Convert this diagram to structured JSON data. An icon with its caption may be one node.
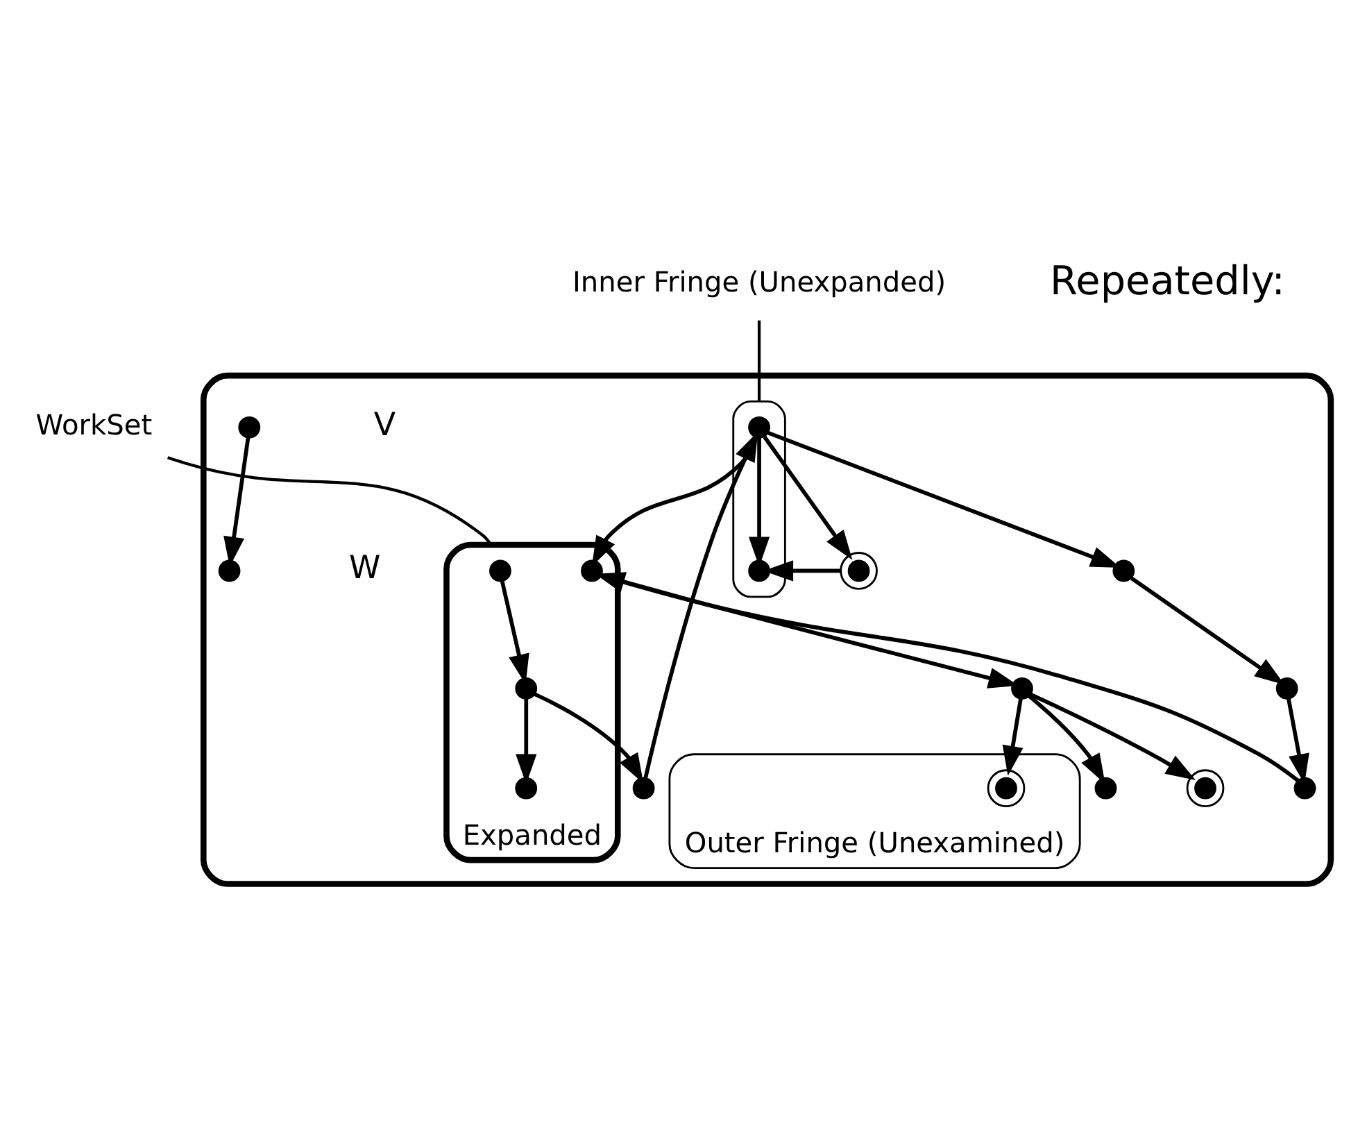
{
  "diagram": {
    "nodes": [
      {
        "text": [],
        "shape": "cloud"
      },
      {
        "text": [
          "WorkSet"
        ]
      },
      {
        "text": [],
        "shape": "circle",
        "beside": [
          "V"
        ],
        "in": 0
      },
      {
        "text": [],
        "shape": "circle",
        "beside": [
          "W"
        ],
        "in": 0
      },
      {
        "text": [
          "Expanded"
        ],
        "in": 0
      },
      {
        "text": [
          "Inner Fringe (Unexpanded)"
        ]
      },
      {
        "text": [],
        "shape": "cloud",
        "in": 0
      },
      {
        "text": [
          "Outer Fringe (Unexamined)"
        ],
        "in": 0
      },
      {
        "text": [],
        "shape": "circle",
        "in": 4
      },
      {
        "text": [],
        "shape": "circle",
        "in": 4
      },
      {
        "text": [],
        "shape": "circle",
        "in": 4
      },
      {
        "text": [],
        "shape": "circle",
        "in": 0
      },
      {
        "text": [],
        "shape": "circle",
        "in": 4
      },
      {
        "text": [],
        "shape": "circle",
        "in": 0
      },
      {
        "text": [],
        "shape": "circle",
        "in": 6
      },
      {
        "text": [],
        "shape": "circle",
        "in": 0
      },
      {
        "text": [],
        "shape": "circle",
        "in": 0
      },
      {
        "text": [],
        "shape": "circle",
        "in": 6
      },
      {
        "text": [],
        "shape": "circle",
        "in": 0
      },
      {
        "text": [],
        "shape": "circle",
        "in": 0
      },
      {
        "text": [],
        "shape": "circle",
        "in": 0
      },
      {
        "text": [],
        "shape": "circle",
        "in": 7
      },
      {
        "text": [],
        "shape": "circle",
        "in": 0
      }
    ],
    "edges": [
      {
        "from": 1,
        "to": 4,
        "arrow": "none"
      },
      {
        "from": 5,
        "to": 6,
        "arrow": "none"
      },
      {
        "from": 2,
        "to": 3,
        "arrow": "to"
      },
      {
        "from": 8,
        "to": 9,
        "arrow": "to"
      },
      {
        "from": 9,
        "to": 10,
        "arrow": "to"
      },
      {
        "from": 9,
        "to": 11,
        "arrow": "to"
      },
      {
        "from": 11,
        "to": 14,
        "arrow": "to"
      },
      {
        "from": 14,
        "to": 12,
        "arrow": "to"
      },
      {
        "from": 14,
        "to": 15,
        "arrow": "to"
      },
      {
        "from": 14,
        "to": 17,
        "arrow": "to"
      },
      {
        "from": 15,
        "to": 17,
        "arrow": "to"
      },
      {
        "from": 14,
        "to": 19,
        "arrow": "to"
      },
      {
        "from": 19,
        "to": 20,
        "arrow": "to"
      },
      {
        "from": 20,
        "to": 22,
        "arrow": "to"
      },
      {
        "from": 22,
        "to": 12,
        "arrow": "to"
      },
      {
        "from": 12,
        "to": 16,
        "arrow": "to"
      },
      {
        "from": 16,
        "to": 13,
        "arrow": "to"
      },
      {
        "from": 16,
        "to": 18,
        "arrow": "to"
      },
      {
        "from": 16,
        "to": 21,
        "arrow": "to"
      }
    ],
    "labels": [
      "Repeatedly:"
    ]
  }
}
